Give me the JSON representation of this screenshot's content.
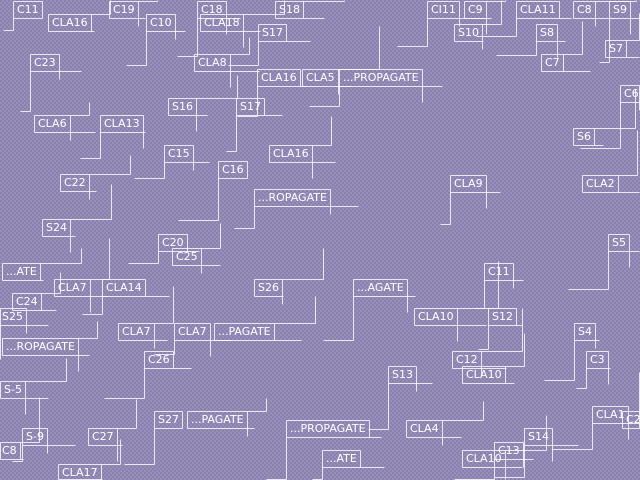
{
  "colors": {
    "background": "#8a80b0",
    "line": "#ffffff",
    "text": "#ffffff"
  },
  "labels": [
    "C11",
    "C19",
    "C18",
    "S18",
    "CI11",
    "C9",
    "CLA11",
    "C8",
    "S9",
    "CLA16",
    "C10",
    "CLA18",
    "S17",
    "S10",
    "S8",
    "S7",
    "C23",
    "CLA8",
    "CLA16",
    "CLA5",
    "...PROPAGATE",
    "C7",
    "C6",
    "S16",
    "S17",
    "CLA6",
    "CLA13",
    "S6",
    "C15",
    "CLA16",
    "C16",
    "C22",
    "CLA9",
    "CLA2",
    "...ROPAGATE",
    "S24",
    "C20",
    "C25",
    "S5",
    "...ATE",
    "C11",
    "CLA7",
    "CLA14",
    "S26",
    "...AGATE",
    "C24",
    "S25",
    "CLA10",
    "S12",
    "CLA7",
    "CLA7",
    "...PAGATE",
    "S4",
    "...ROPAGATE",
    "C26",
    "C12",
    "C3",
    "CLA10",
    "S13",
    "S-5",
    "S27",
    "...PAGATE",
    "CLA1",
    "C2",
    "S-9",
    "C27",
    "...PROPAGATE",
    "CLA4",
    "S14",
    "C8",
    "C13",
    "CLA10",
    "...ATE",
    "CLA17"
  ]
}
